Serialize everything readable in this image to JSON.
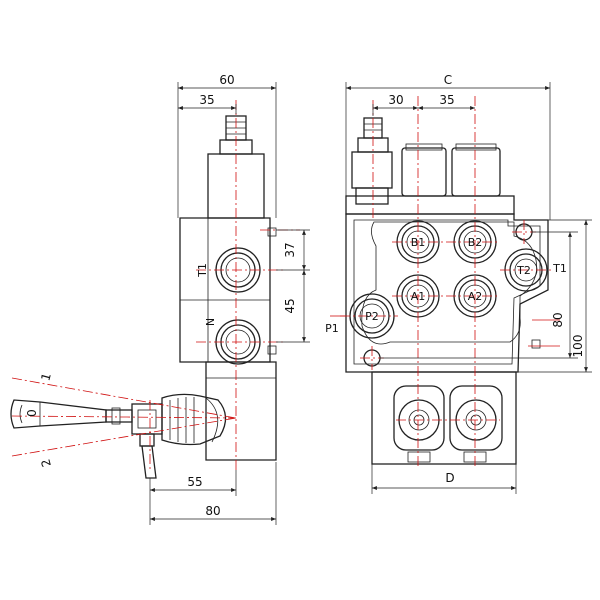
{
  "dimensions": {
    "side_width": "60",
    "side_offset": "35",
    "port_spacing_1": "37",
    "port_spacing_2": "45",
    "lever_offset": "55",
    "lever_length": "80",
    "front_width": "C",
    "front_spool_1": "30",
    "front_spool_2": "35",
    "front_height_1": "80",
    "front_height_2": "100",
    "front_bottom": "D"
  },
  "ports": {
    "t1_side": "T1",
    "n_side": "N",
    "b1": "B1",
    "b2": "B2",
    "a1": "A1",
    "a2": "A2",
    "p2": "P2",
    "p1": "P1",
    "t2": "T2",
    "t1_front": "T1"
  },
  "lever_positions": {
    "pos_1": "1",
    "pos_0": "0",
    "pos_2": "2"
  }
}
